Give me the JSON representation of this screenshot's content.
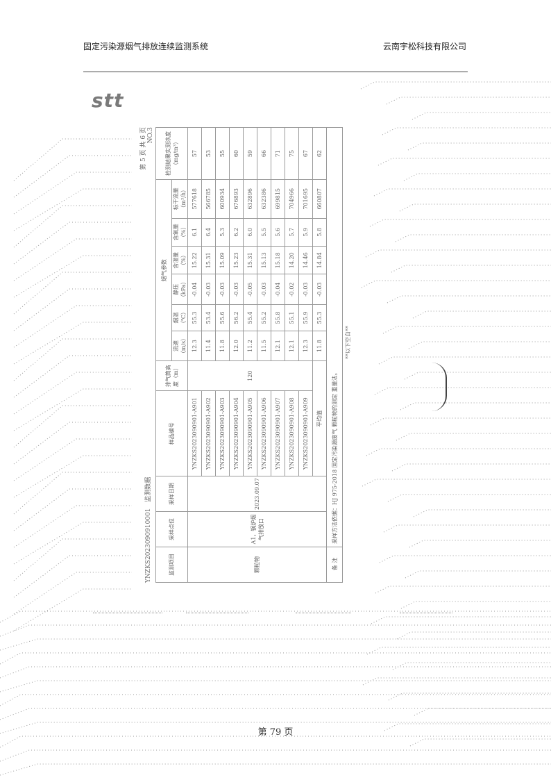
{
  "header": {
    "left_title": "固定污染源烟气排放连续监测系统",
    "right_title": "云南宇松科技有限公司"
  },
  "logo": "stt",
  "report": {
    "report_no": "YNZKS2023090910001",
    "doc_type": "监测数据",
    "page_info": "第 5 页 共 6 页",
    "page_code": "NO.3",
    "columns": {
      "item": "监测项目",
      "location": "采样点位",
      "date": "采样日期",
      "sample_id": "样品编号",
      "height": "排气筒高度（m）",
      "flue_group": "烟气参数",
      "velocity": "流速（m/s）",
      "temp": "烟温（℃）",
      "static": "静压（kPa）",
      "moisture": "含湿量（%）",
      "oxygen": "含氧量（%）",
      "flow": "标干流量（m³/h）",
      "result": "检测结果实测浓度（mg/m³）"
    },
    "item_value": "颗粒物",
    "location_value": "A1，锅炉烟气排放口",
    "date_value": "2023.09.07",
    "height_value": "120",
    "rows": [
      {
        "sample_id": "YNZKS2023090901-A901",
        "velocity": "12.3",
        "temp": "55.3",
        "static": "-0.04",
        "moisture": "15.22",
        "oxygen": "6.1",
        "flow": "577618",
        "result": "57"
      },
      {
        "sample_id": "YNZKS2023090901-A902",
        "velocity": "11.4",
        "temp": "53.4",
        "static": "-0.03",
        "moisture": "15.31",
        "oxygen": "6.4",
        "flow": "566785",
        "result": "53"
      },
      {
        "sample_id": "YNZKS2023090901-A903",
        "velocity": "11.8",
        "temp": "55.6",
        "static": "-0.03",
        "moisture": "15.09",
        "oxygen": "5.3",
        "flow": "600934",
        "result": "55"
      },
      {
        "sample_id": "YNZKS2023090901-A904",
        "velocity": "12.0",
        "temp": "56.2",
        "static": "-0.03",
        "moisture": "15.23",
        "oxygen": "6.2",
        "flow": "676893",
        "result": "60"
      },
      {
        "sample_id": "YNZKS2023090901-A905",
        "velocity": "11.2",
        "temp": "55.4",
        "static": "-0.05",
        "moisture": "15.31",
        "oxygen": "6.0",
        "flow": "632896",
        "result": "59"
      },
      {
        "sample_id": "YNZKS2023090901-A906",
        "velocity": "11.5",
        "temp": "55.2",
        "static": "-0.03",
        "moisture": "15.13",
        "oxygen": "5.5",
        "flow": "632386",
        "result": "66"
      },
      {
        "sample_id": "YNZKS2023090901-A907",
        "velocity": "12.1",
        "temp": "55.8",
        "static": "-0.04",
        "moisture": "15.18",
        "oxygen": "5.6",
        "flow": "699815",
        "result": "71"
      },
      {
        "sample_id": "YNZKS2023090901-A908",
        "velocity": "12.1",
        "temp": "55.1",
        "static": "-0.02",
        "moisture": "14.20",
        "oxygen": "5.7",
        "flow": "704966",
        "result": "75"
      },
      {
        "sample_id": "YNZKS2023090901-A909",
        "velocity": "12.3",
        "temp": "55.9",
        "static": "-0.03",
        "moisture": "14.46",
        "oxygen": "5.9",
        "flow": "701695",
        "result": "67"
      }
    ],
    "avg": {
      "label": "平均值",
      "velocity": "11.8",
      "temp": "55.3",
      "static": "-0.03",
      "moisture": "14.84",
      "oxygen": "5.8",
      "flow": "660807",
      "result": "62"
    },
    "note_label": "备 注",
    "note_text": "采样方法依据：HJ 975-2018 固定污染源废气 颗粒物的测定 重量法。",
    "stamp_text": "**以下空白**"
  },
  "footer": {
    "page_label": "第 79 页"
  }
}
